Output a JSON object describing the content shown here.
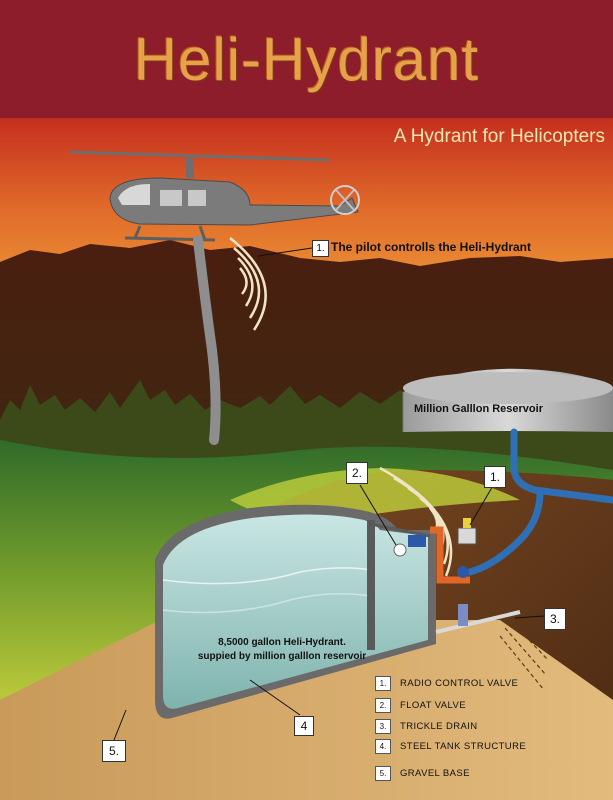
{
  "title": "Heli-Hydrant",
  "subtitle": "A Hydrant for Helicopters",
  "callouts": {
    "pilot": {
      "num": "1.",
      "text": "The pilot controlls the Heli-Hydrant"
    },
    "float": {
      "num": "2."
    },
    "valve": {
      "num": "1."
    },
    "drain": {
      "num": "3."
    },
    "tank": {
      "num": "4"
    },
    "gravel": {
      "num": "5."
    }
  },
  "reservoir_label": "Million Galllon Reservoir",
  "tank_label_line1": "8,5000 gallon Heli-Hydrant.",
  "tank_label_line2": "suppied by million galllon reservoir",
  "legend": [
    {
      "num": "1.",
      "text": "RADIO CONTROL VALVE"
    },
    {
      "num": "2.",
      "text": "FLOAT VALVE"
    },
    {
      "num": "3.",
      "text": "TRICKLE DRAIN"
    },
    {
      "num": "4.",
      "text": "STEEL TANK STRUCTURE"
    },
    {
      "num": "5.",
      "text": "GRAVEL BASE"
    }
  ],
  "colors": {
    "banner": "#8d1d2b",
    "title": "#e6a14a",
    "water": "#a9d6d2",
    "pipe": "#2f6fb6",
    "valve_pipe": "#e0662a",
    "gravel": "#d7ac6a"
  }
}
